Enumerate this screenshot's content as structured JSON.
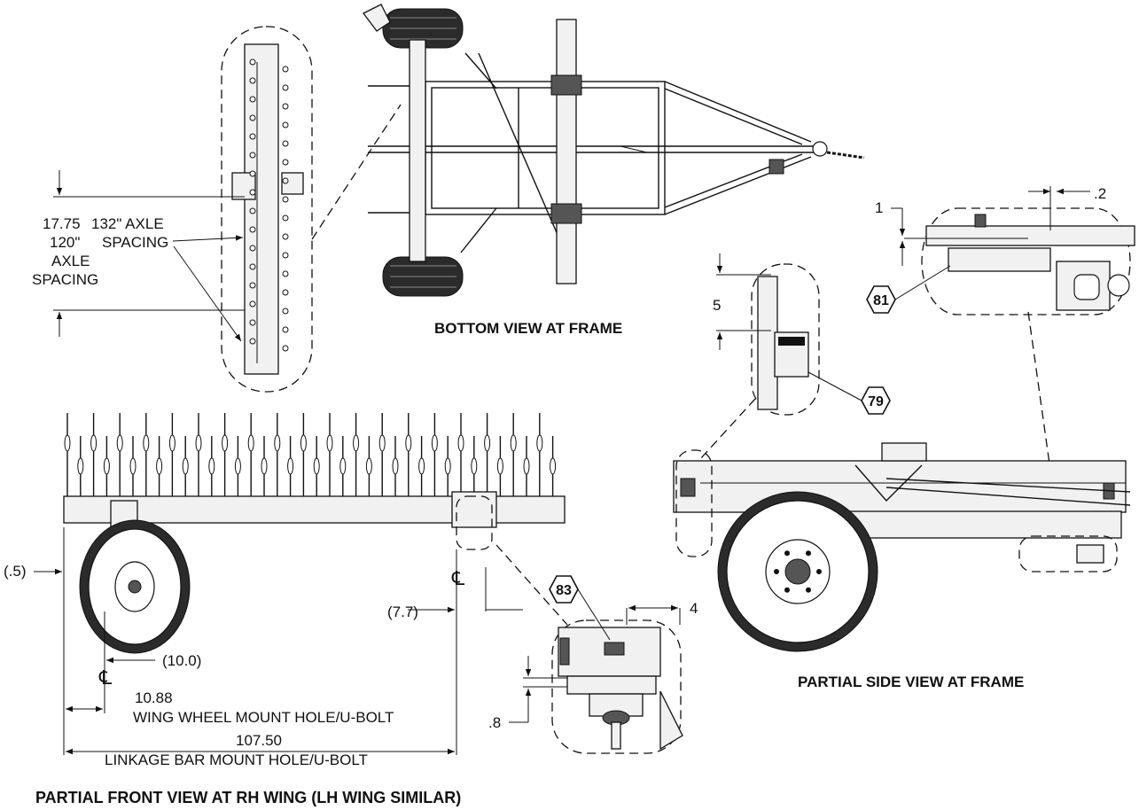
{
  "views": {
    "bottom": "BOTTOM VIEW AT FRAME",
    "side": "PARTIAL SIDE VIEW AT FRAME",
    "front": "PARTIAL FRONT VIEW AT RH WING (LH WING SIMILAR)"
  },
  "axle_detail": {
    "dimension_1": "17.75",
    "dimension_2": "120\"",
    "axle": "AXLE",
    "spacing": "SPACING",
    "label_132": "132\" AXLE",
    "label_132_spacing": "SPACING"
  },
  "side_dims": {
    "dim_5": "5",
    "dim_1": "1",
    "dim_2": ".2"
  },
  "front_dims": {
    "dim_05": "(.5)",
    "dim_77": "(7.7)",
    "dim_10": "(10.0)",
    "dim_4": "4",
    "dim_08": ".8",
    "wing_wheel_value": "10.88",
    "wing_wheel_text": "WING WHEEL MOUNT HOLE/U-BOLT",
    "linkage_value": "107.50",
    "linkage_text": "LINKAGE BAR MOUNT HOLE/U-BOLT",
    "centerline": "℄"
  },
  "callouts": {
    "c81": "81",
    "c79": "79",
    "c83": "83"
  }
}
